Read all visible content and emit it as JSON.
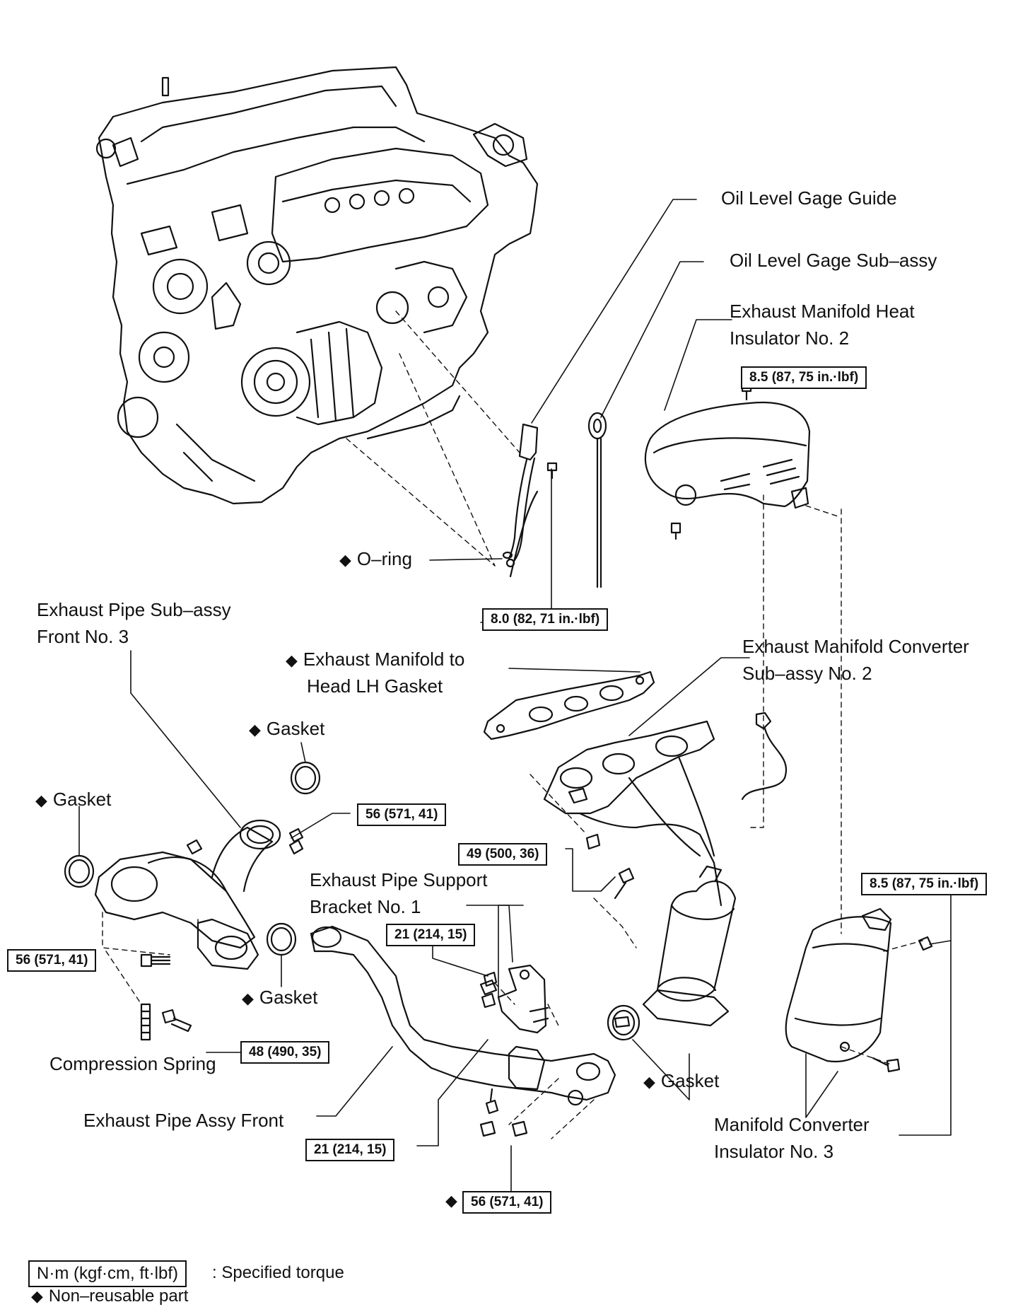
{
  "diamond": "◆",
  "labels": {
    "oil_level_gage_guide": "Oil Level Gage Guide",
    "oil_level_gage_sub_assy": "Oil Level Gage Sub–assy",
    "heat_insulator_no2_line1": "Exhaust Manifold Heat",
    "heat_insulator_no2_line2": "Insulator No. 2",
    "o_ring": "O–ring",
    "exhaust_pipe_sub_assy_line1": "Exhaust Pipe Sub–assy",
    "exhaust_pipe_sub_assy_line2": "Front No. 3",
    "manifold_to_head_gasket_line1": "Exhaust Manifold to",
    "manifold_to_head_gasket_line2": "Head LH Gasket",
    "converter_sub_assy_line1": "Exhaust Manifold Converter",
    "converter_sub_assy_line2": "Sub–assy No. 2",
    "gasket_top": "Gasket",
    "gasket_left": "Gasket",
    "gasket_mid": "Gasket",
    "gasket_right": "Gasket",
    "support_bracket_line1": "Exhaust Pipe Support",
    "support_bracket_line2": "Bracket No. 1",
    "compression_spring": "Compression Spring",
    "exhaust_pipe_assy_front": "Exhaust Pipe Assy Front",
    "converter_insulator_no3_line1": "Manifold Converter",
    "converter_insulator_no3_line2": "Insulator No. 3"
  },
  "torques": {
    "heat_insulator_bolt": "8.5 (87, 75 in.·lbf)",
    "gage_guide_bolt": "8.0 (82, 71 in.·lbf)",
    "pipe_nut_top": "56 (571, 41)",
    "manifold_nut": "49 (500, 36)",
    "insulator_no3_bolt": "8.5 (87, 75 in.·lbf)",
    "bracket_nut": "21 (214, 15)",
    "pipe_bolt_left": "56 (571, 41)",
    "spring_bolt": "48 (490, 35)",
    "clamp_nut": "21 (214, 15)",
    "pipe_nut_bottom": "56 (571, 41)"
  },
  "legend": {
    "torque_units": "N·m (kgf·cm, ft·lbf)",
    "torque_desc": ": Specified torque",
    "non_reusable": "Non–reusable part"
  }
}
